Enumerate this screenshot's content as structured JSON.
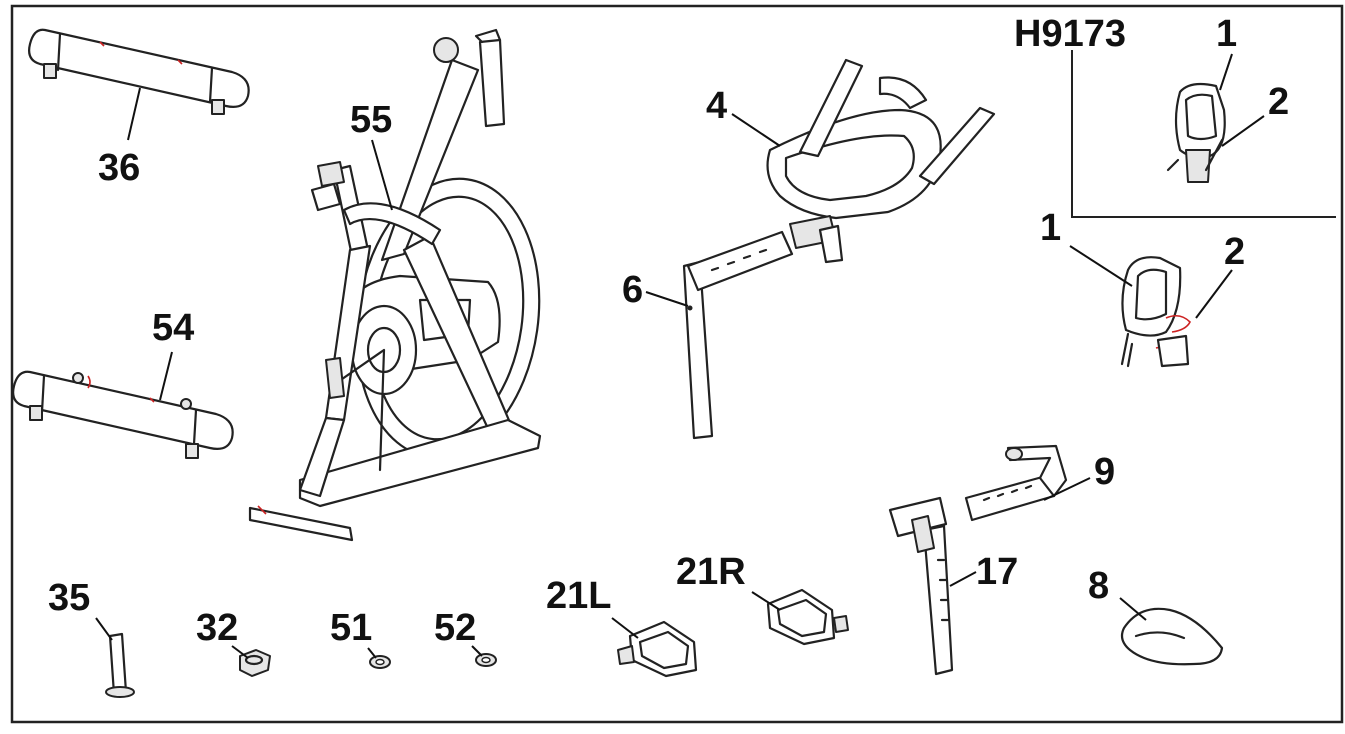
{
  "labels": {
    "inset": "H9173",
    "inset_console": "1",
    "inset_bracket": "2",
    "console": "1",
    "bracket": "2",
    "handlebar": "4",
    "handlebar_post": "6",
    "seat_slider": "9",
    "seat_post": "17",
    "seat": "8",
    "rear_stabilizer": "36",
    "front_stabilizer": "54",
    "frame": "55",
    "bolt": "35",
    "nut": "32",
    "washer_51": "51",
    "washer_52": "52",
    "pedal_left": "21L",
    "pedal_right": "21R"
  },
  "colors": {
    "ink": "#222222",
    "accent_marks": "#cc2222",
    "background": "#ffffff"
  }
}
